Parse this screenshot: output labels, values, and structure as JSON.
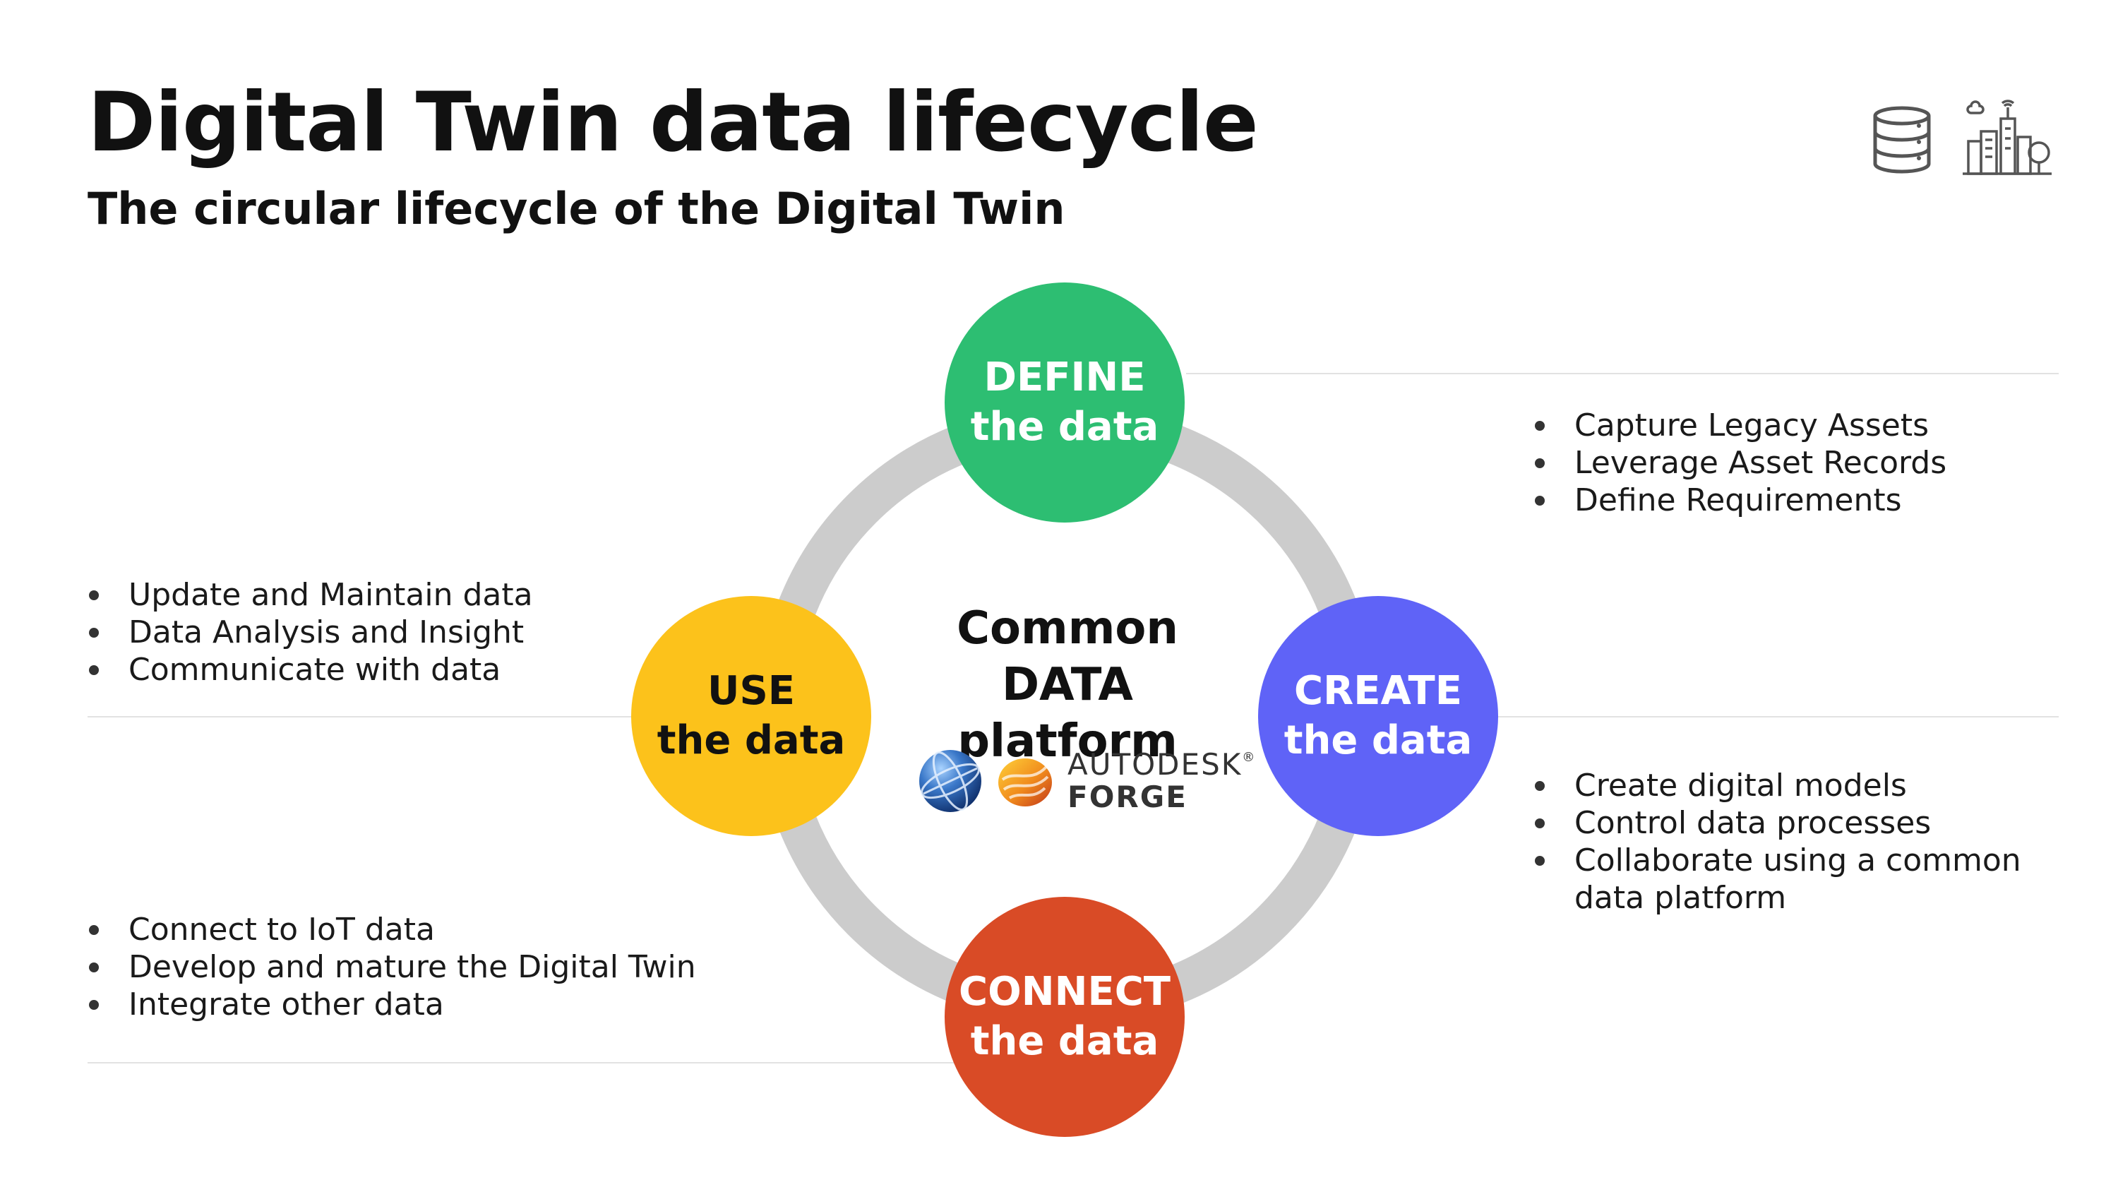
{
  "header": {
    "title": "Digital Twin data lifecycle",
    "subtitle": "The circular lifecycle of the Digital Twin"
  },
  "header_icons": [
    "database-icon",
    "smart-city-icon"
  ],
  "center": {
    "line1": "Common DATA",
    "line2": "platform",
    "logo_word": "AUTODESK",
    "logo_word_mark": "®",
    "logo_subword": "FORGE"
  },
  "stages": {
    "define": {
      "line1": "DEFINE",
      "line2": "the data",
      "color": "#2dbe72"
    },
    "create": {
      "line1": "CREATE",
      "line2": "the data",
      "color": "#5f63f7"
    },
    "connect": {
      "line1": "CONNECT",
      "line2": "the data",
      "color": "#d94b26"
    },
    "use": {
      "line1": "USE",
      "line2": "the data",
      "color": "#fcc21b"
    }
  },
  "lists": {
    "define": [
      "Capture Legacy Assets",
      "Leverage Asset Records",
      "Define Requirements"
    ],
    "create": [
      "Create digital models",
      "Control data processes",
      "Collaborate using a common",
      "data platform"
    ],
    "use": [
      "Update and Maintain data",
      "Data Analysis and Insight",
      "Communicate with data"
    ],
    "connect": [
      "Connect to IoT data",
      "Develop and mature the Digital Twin",
      "Integrate other data"
    ]
  },
  "colors": {
    "ring": "#cccccc",
    "divider": "#e2e2e2"
  }
}
